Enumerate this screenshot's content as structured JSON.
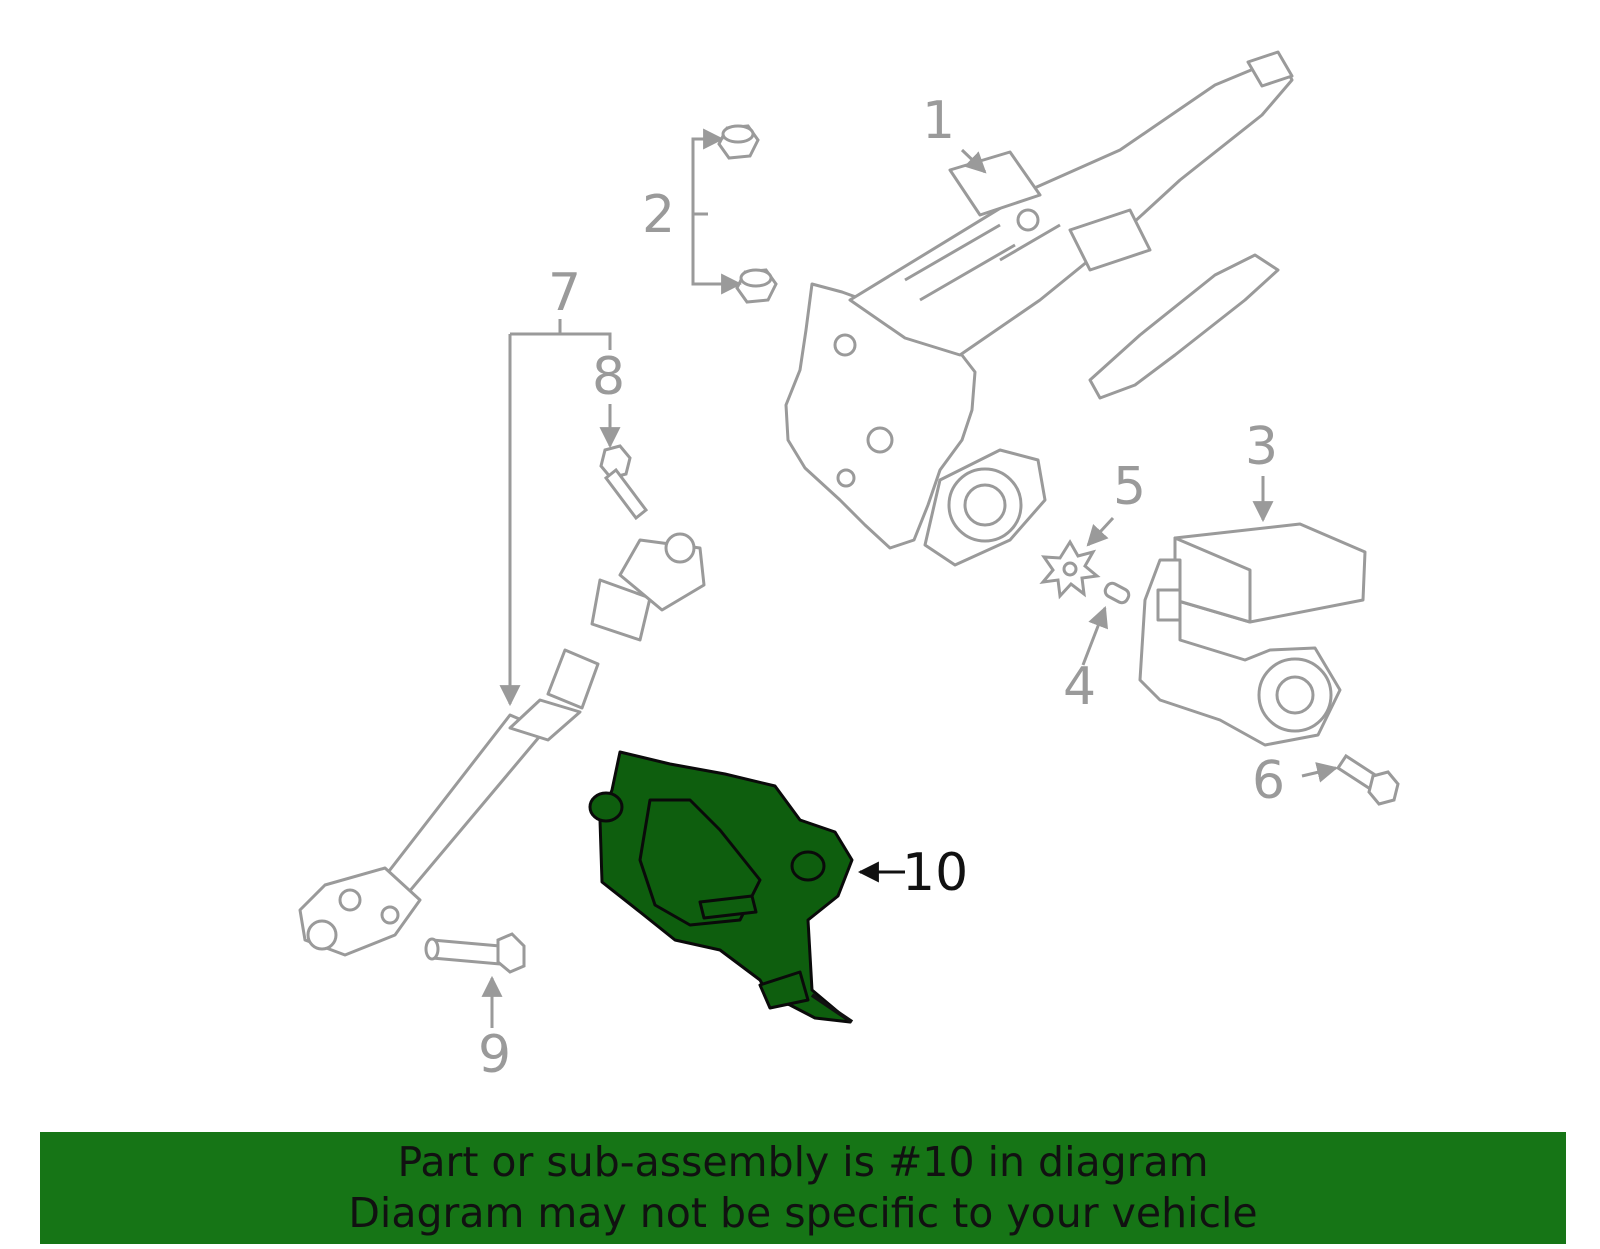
{
  "diagram": {
    "callouts": [
      {
        "id": "1",
        "label": "1"
      },
      {
        "id": "2",
        "label": "2"
      },
      {
        "id": "3",
        "label": "3"
      },
      {
        "id": "4",
        "label": "4"
      },
      {
        "id": "5",
        "label": "5"
      },
      {
        "id": "6",
        "label": "6"
      },
      {
        "id": "7",
        "label": "7"
      },
      {
        "id": "8",
        "label": "8"
      },
      {
        "id": "9",
        "label": "9"
      },
      {
        "id": "10",
        "label": "10"
      }
    ],
    "highlighted_part": "10"
  },
  "banner": {
    "line1": "Part or sub-assembly is #10 in diagram",
    "line2": "Diagram may not be specific to your vehicle"
  },
  "colors": {
    "line_gray": "#9a9a9a",
    "highlight_green": "#0e5e0e",
    "banner_green": "#167516",
    "text_dark": "#111111"
  }
}
